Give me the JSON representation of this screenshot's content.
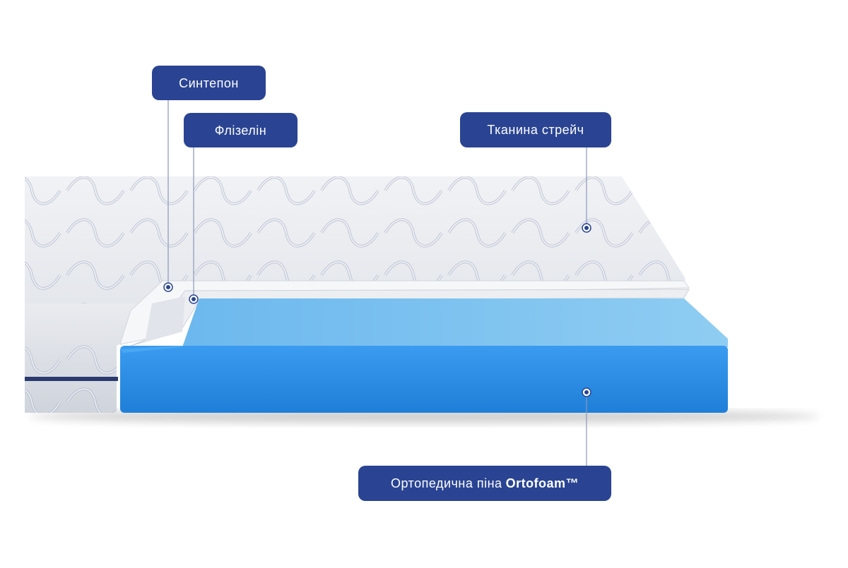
{
  "labels": {
    "sintepon": "Синтепон",
    "flizelin": "Флізелін",
    "stretch_fabric": "Тканина стрейч",
    "foam_prefix": "Ортопедична піна",
    "foam_brand": "Ortofoam™"
  },
  "colors": {
    "label_bg": "#2a4493",
    "label_text": "#ffffff",
    "foam_front": "#2b8ae6",
    "foam_top": "#7ec4f0",
    "fabric": "#eef0f4",
    "pattern": "#9aa6bd",
    "leader_line": "#2a4493"
  }
}
